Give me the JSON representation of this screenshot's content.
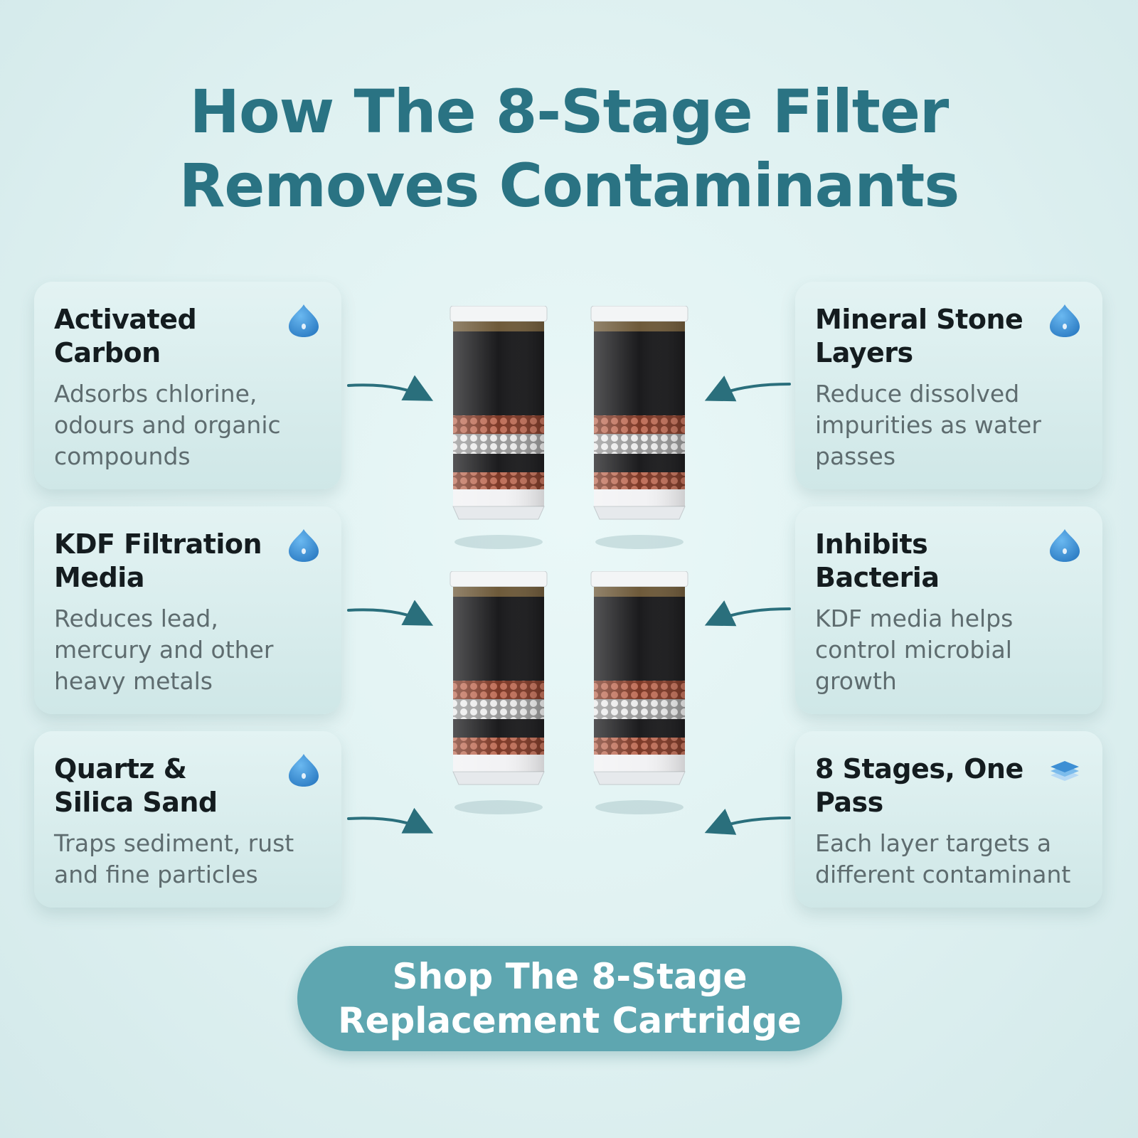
{
  "heading": {
    "line1": "How The 8-Stage Filter",
    "line2": "Removes Contaminants"
  },
  "features_left": [
    {
      "title": "Activated Carbon",
      "desc": "Adsorbs chlorine, odours and organic compounds",
      "icon": "water-drop-icon"
    },
    {
      "title": "KDF Filtration Media",
      "desc": "Reduces lead, mercury and other heavy metals",
      "icon": "water-drop-icon"
    },
    {
      "title": "Quartz & Silica Sand",
      "desc": "Traps sediment, rust and fine particles",
      "icon": "water-drop-icon"
    }
  ],
  "features_right": [
    {
      "title": "Mineral Stone Layers",
      "desc": "Reduce dissolved impurities as water passes",
      "icon": "water-drop-icon"
    },
    {
      "title": "Inhibits Bacteria",
      "desc": "KDF media helps control microbial growth",
      "icon": "water-drop-icon"
    },
    {
      "title": "8 Stages, One Pass",
      "desc": "Each layer targets a different contaminant",
      "icon": "layers-icon"
    }
  ],
  "cta": {
    "line1": "Shop The 8-Stage",
    "line2": "Replacement Cartridge"
  },
  "colors": {
    "heading": "#2a7383",
    "arrow": "#2a6f7c",
    "button": "#5ea6b0",
    "icon": "#3d8fd4"
  }
}
